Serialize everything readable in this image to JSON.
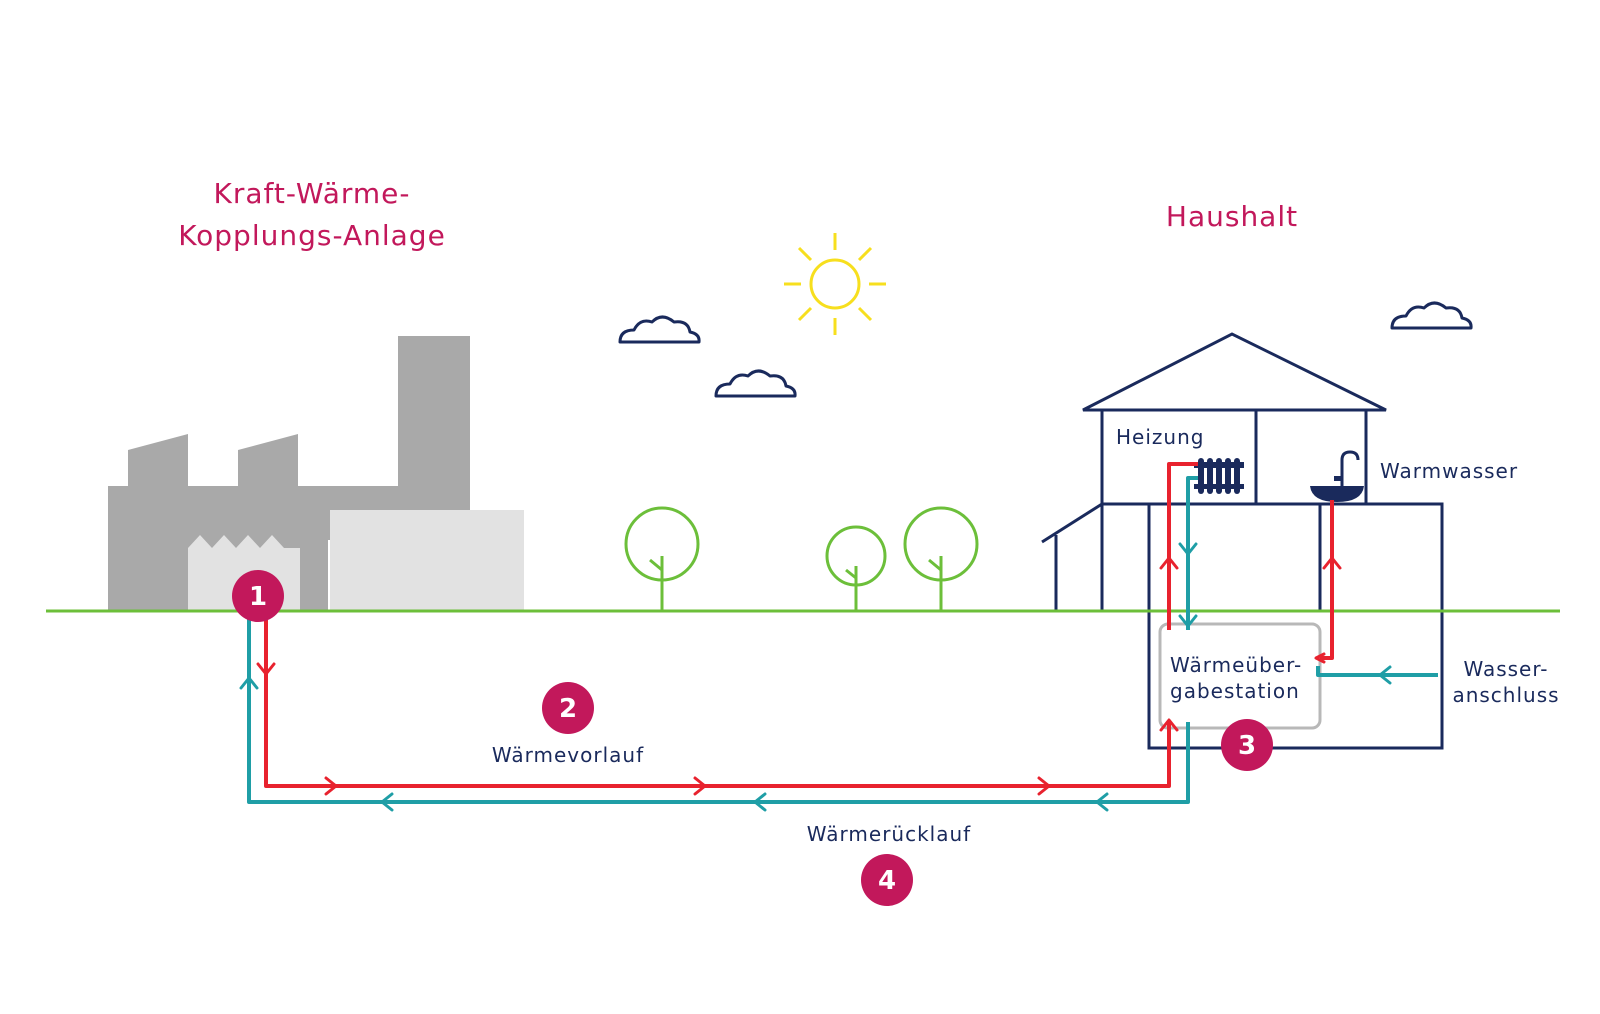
{
  "titles": {
    "plant_line1": "Kraft-Wärme-",
    "plant_line2": "Kopplungs-Anlage",
    "household": "Haushalt"
  },
  "labels": {
    "heating": "Heizung",
    "hot_water": "Warmwasser",
    "supply": "Wärmevorlauf",
    "return": "Wärmerücklauf",
    "station_line1": "Wärmeüber-",
    "station_line2": "gabestation",
    "water_line1": "Wasser-",
    "water_line2": "anschluss"
  },
  "badges": {
    "one": "1",
    "two": "2",
    "three": "3",
    "four": "4"
  },
  "colors": {
    "accent": "#c2185b",
    "supply_pipe": "#e8222e",
    "return_pipe": "#1f9ea6",
    "house_line": "#1a2a5c",
    "ground": "#6cbf3a",
    "sun": "#f7df1e"
  }
}
